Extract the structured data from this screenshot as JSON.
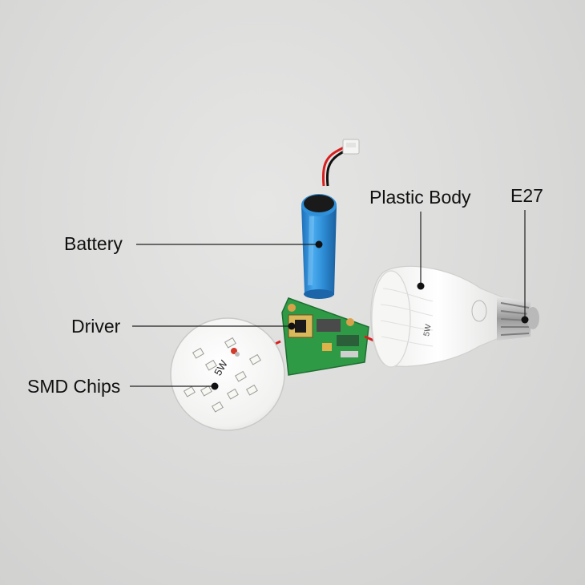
{
  "labels": {
    "battery": "Battery",
    "driver": "Driver",
    "smd_chips": "SMD Chips",
    "plastic_body": "Plastic Body",
    "e27": "E27"
  },
  "printed": {
    "board_wattage": "5W",
    "bulb_wattage": "5W"
  },
  "colors": {
    "background": "#dcdcdb",
    "battery_blue": "#2f8fd8",
    "pcb_green": "#2f9a46",
    "wire_red": "#d81e1e",
    "leader_line": "#222222"
  }
}
